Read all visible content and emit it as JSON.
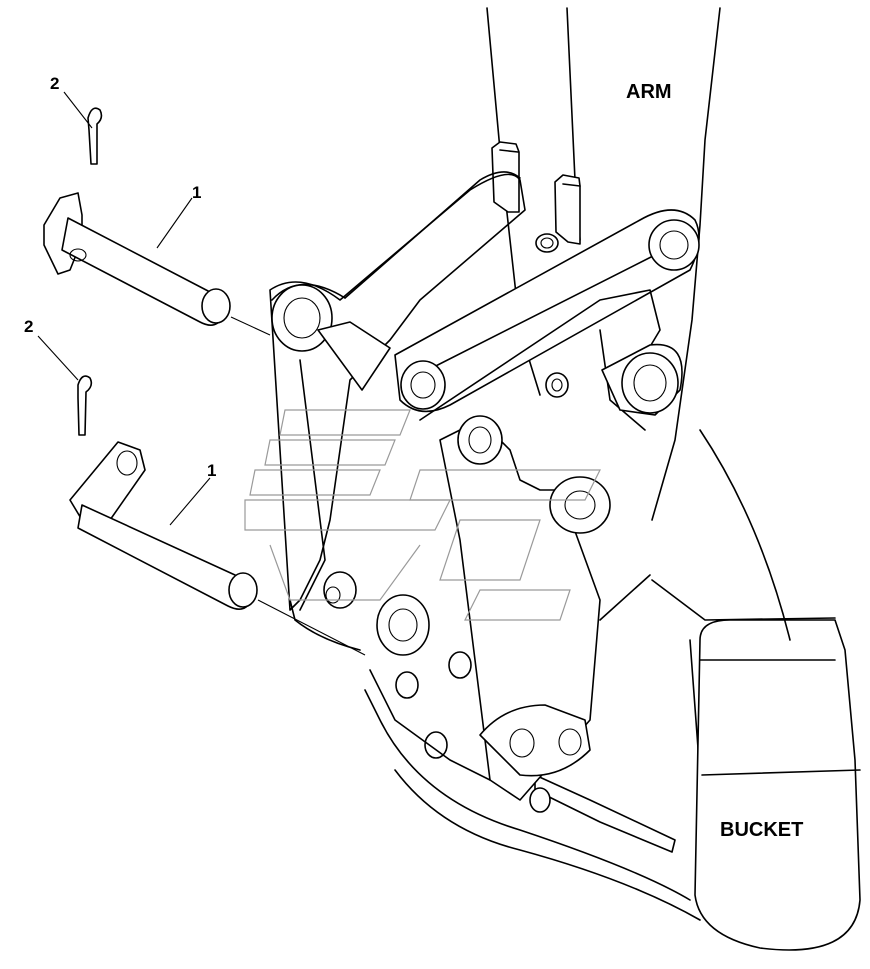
{
  "labels": {
    "arm": "ARM",
    "bucket": "BUCKET"
  },
  "callouts": [
    {
      "id": "pin-upper",
      "text": "1"
    },
    {
      "id": "pin-lower",
      "text": "1"
    },
    {
      "id": "cotter-upper",
      "text": "2"
    },
    {
      "id": "cotter-lower",
      "text": "2"
    }
  ]
}
